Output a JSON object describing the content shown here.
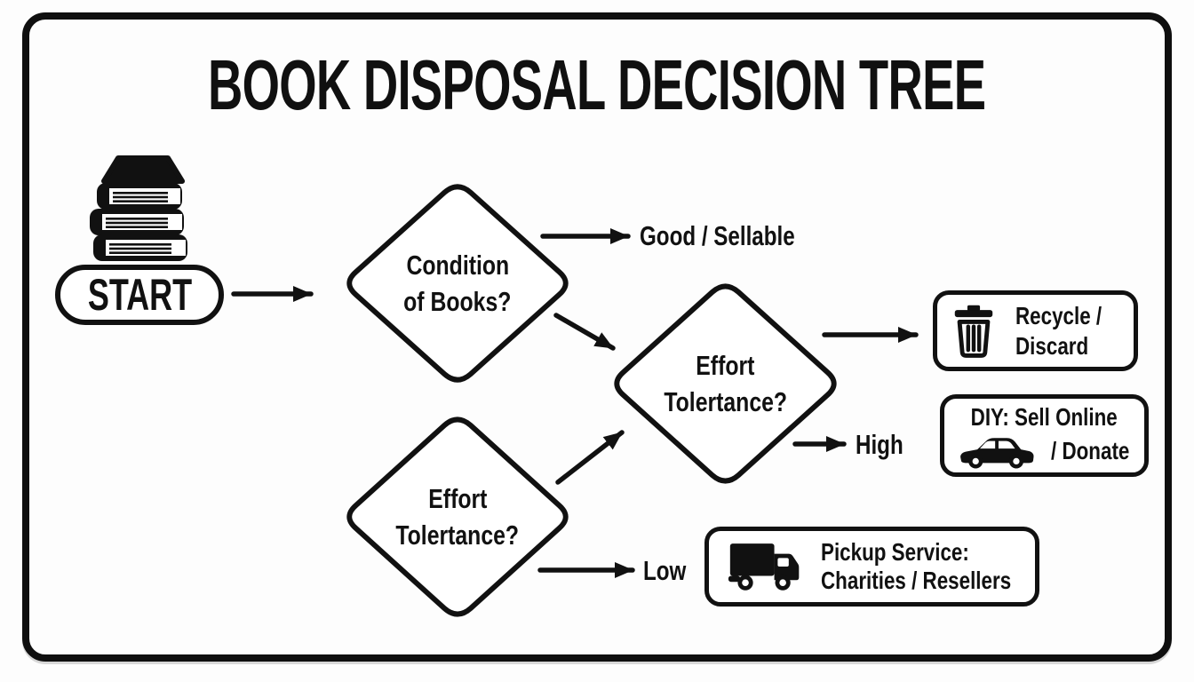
{
  "title": "BOOK DISPOSAL DECISION TREE",
  "colors": {
    "ink": "#111111",
    "paper": "#fdfdfd"
  },
  "start": {
    "label": "START",
    "icon": "books-stack-icon"
  },
  "decisions": {
    "condition": {
      "line1": "Condition",
      "line2": "of Books?"
    },
    "effort_main": {
      "line1": "Effort",
      "line2": "Tolertance?"
    },
    "effort_lower": {
      "line1": "Effort",
      "line2": "Tolertance?"
    }
  },
  "edge_labels": {
    "good": "Good / Sellable",
    "high": "High",
    "low": "Low"
  },
  "outcomes": {
    "recycle": {
      "icon": "trash-icon",
      "line1": "Recycle /",
      "line2": "Discard"
    },
    "diy": {
      "icon": "car-icon",
      "line1": "DIY: Sell Online",
      "line2": "/ Donate"
    },
    "pickup": {
      "icon": "truck-icon",
      "line1": "Pickup Service:",
      "line2": "Charities / Resellers"
    }
  }
}
